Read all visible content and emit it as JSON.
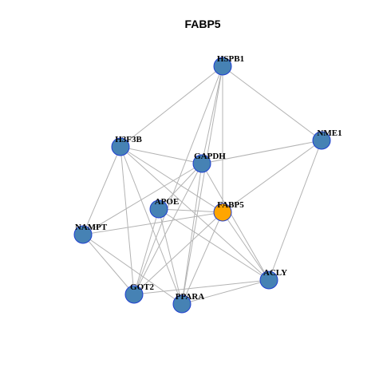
{
  "title": "FABP5",
  "colors": {
    "node_default": "#4682b4",
    "node_focus": "#ffa500",
    "node_border": "#1f3fd1",
    "edge": "#b3b3b3"
  },
  "network": {
    "focus": "FABP5",
    "nodes": [
      {
        "id": "HSPB1"
      },
      {
        "id": "NME1"
      },
      {
        "id": "H3F3B"
      },
      {
        "id": "GAPDH"
      },
      {
        "id": "APOE"
      },
      {
        "id": "FABP5"
      },
      {
        "id": "NAMPT"
      },
      {
        "id": "ACLY"
      },
      {
        "id": "GOT2"
      },
      {
        "id": "PPARA"
      }
    ],
    "edges": [
      [
        "HSPB1",
        "H3F3B"
      ],
      [
        "HSPB1",
        "NME1"
      ],
      [
        "HSPB1",
        "GAPDH"
      ],
      [
        "HSPB1",
        "FABP5"
      ],
      [
        "HSPB1",
        "GOT2"
      ],
      [
        "HSPB1",
        "PPARA"
      ],
      [
        "NME1",
        "GAPDH"
      ],
      [
        "NME1",
        "FABP5"
      ],
      [
        "NME1",
        "ACLY"
      ],
      [
        "H3F3B",
        "GAPDH"
      ],
      [
        "H3F3B",
        "FABP5"
      ],
      [
        "H3F3B",
        "NAMPT"
      ],
      [
        "H3F3B",
        "ACLY"
      ],
      [
        "H3F3B",
        "GOT2"
      ],
      [
        "H3F3B",
        "PPARA"
      ],
      [
        "GAPDH",
        "APOE"
      ],
      [
        "GAPDH",
        "NAMPT"
      ],
      [
        "GAPDH",
        "GOT2"
      ],
      [
        "GAPDH",
        "PPARA"
      ],
      [
        "GAPDH",
        "ACLY"
      ],
      [
        "APOE",
        "FABP5"
      ],
      [
        "APOE",
        "GOT2"
      ],
      [
        "APOE",
        "PPARA"
      ],
      [
        "APOE",
        "ACLY"
      ],
      [
        "FABP5",
        "NAMPT"
      ],
      [
        "FABP5",
        "GOT2"
      ],
      [
        "FABP5",
        "PPARA"
      ],
      [
        "FABP5",
        "ACLY"
      ],
      [
        "NAMPT",
        "GOT2"
      ],
      [
        "NAMPT",
        "PPARA"
      ],
      [
        "GOT2",
        "ACLY"
      ],
      [
        "PPARA",
        "ACLY"
      ]
    ]
  }
}
